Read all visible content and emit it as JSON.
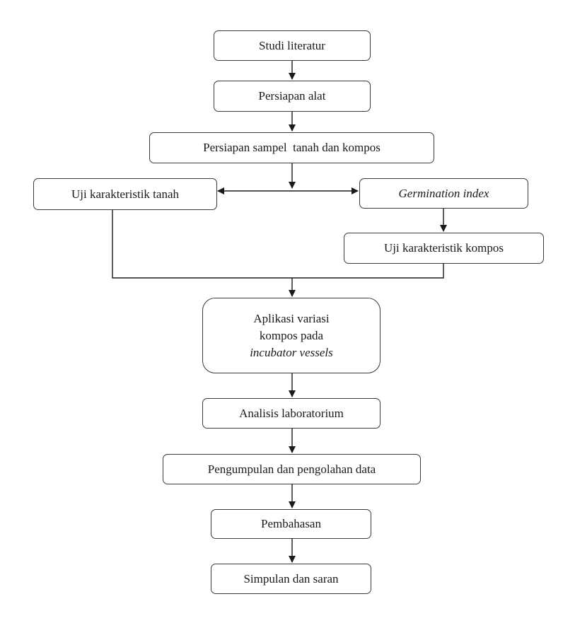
{
  "diagram": {
    "nodes": {
      "studi": "Studi literatur",
      "persiapan_alat": "Persiapan alat",
      "persiapan_sampel": "Persiapan sampel  tanah dan kompos",
      "uji_tanah": "Uji karakteristik tanah",
      "germination": "Germination index",
      "uji_kompos": "Uji karakteristik kompos",
      "aplikasi": {
        "line1": "Aplikasi variasi",
        "line2": "kompos pada",
        "line3": "incubator vessels"
      },
      "analisis": "Analisis laboratorium",
      "pengumpulan": "Pengumpulan dan pengolahan data",
      "pembahasan": "Pembahasan",
      "simpulan": "Simpulan dan saran"
    },
    "colors": {
      "stroke": "#3a3a3a",
      "text": "#1a1a1a",
      "background": "#ffffff"
    }
  }
}
